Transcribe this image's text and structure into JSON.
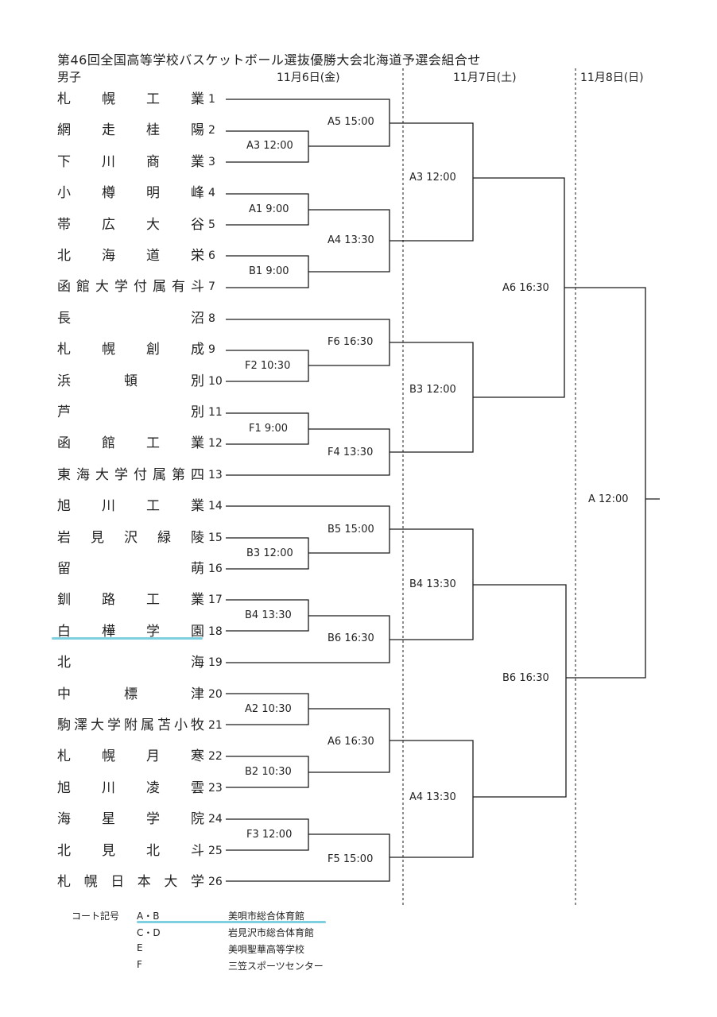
{
  "title": "第46回全国高等学校バスケットボール選抜優勝大会北海道予選会組合せ",
  "division": "男子",
  "days": [
    "11月6日(金)",
    "11月7日(土)",
    "11月8日(日)"
  ],
  "teams": [
    {
      "seed": "1",
      "name": "札幌工業"
    },
    {
      "seed": "2",
      "name": "網走桂陽"
    },
    {
      "seed": "3",
      "name": "下川商業"
    },
    {
      "seed": "4",
      "name": "小樽明峰"
    },
    {
      "seed": "5",
      "name": "帯広大谷"
    },
    {
      "seed": "6",
      "name": "北海道栄"
    },
    {
      "seed": "7",
      "name": "函館大学付属有斗"
    },
    {
      "seed": "8",
      "name": "長沼"
    },
    {
      "seed": "9",
      "name": "札幌創成"
    },
    {
      "seed": "10",
      "name": "浜頓別"
    },
    {
      "seed": "11",
      "name": "芦別"
    },
    {
      "seed": "12",
      "name": "函館工業"
    },
    {
      "seed": "13",
      "name": "東海大学付属第四"
    },
    {
      "seed": "14",
      "name": "旭川工業"
    },
    {
      "seed": "15",
      "name": "岩見沢緑陵"
    },
    {
      "seed": "16",
      "name": "留萌"
    },
    {
      "seed": "17",
      "name": "釧路工業"
    },
    {
      "seed": "18",
      "name": "白樺学園"
    },
    {
      "seed": "19",
      "name": "北海"
    },
    {
      "seed": "20",
      "name": "中標津"
    },
    {
      "seed": "21",
      "name": "駒澤大学附属苫小牧"
    },
    {
      "seed": "22",
      "name": "札幌月寒"
    },
    {
      "seed": "23",
      "name": "旭川凌雲"
    },
    {
      "seed": "24",
      "name": "海星学院"
    },
    {
      "seed": "25",
      "name": "北見北斗"
    },
    {
      "seed": "26",
      "name": "札幌日本大学"
    }
  ],
  "matches": {
    "r1": [
      "A3 12:00",
      "A1 9:00",
      "B1 9:00",
      "F2 10:30",
      "F1 9:00",
      "B3 12:00",
      "B4 13:30",
      "A2 10:30",
      "B2 10:30",
      "F3 12:00"
    ],
    "r2": [
      "A5 15:00",
      "A4 13:30",
      "F6 16:30",
      "F4 13:30",
      "B5 15:00",
      "B6 16:30",
      "A6 16:30",
      "F5 15:00"
    ],
    "r3": [
      "A3 12:00",
      "B3 12:00",
      "B4 13:30",
      "A4 13:30"
    ],
    "r4": [
      "A6 16:30",
      "B6 16:30"
    ],
    "final": "A 12:00"
  },
  "legend": {
    "label": "コート記号",
    "items": [
      {
        "code": "A・B",
        "venue": "美唄市総合体育館"
      },
      {
        "code": "C・D",
        "venue": "岩見沢市総合体育館"
      },
      {
        "code": "E",
        "venue": "美唄聖華高等学校"
      },
      {
        "code": "F",
        "venue": "三笠スポーツセンター"
      }
    ]
  },
  "colors": {
    "line": "#1a1a1a",
    "highlight": "#7ecfe0"
  }
}
